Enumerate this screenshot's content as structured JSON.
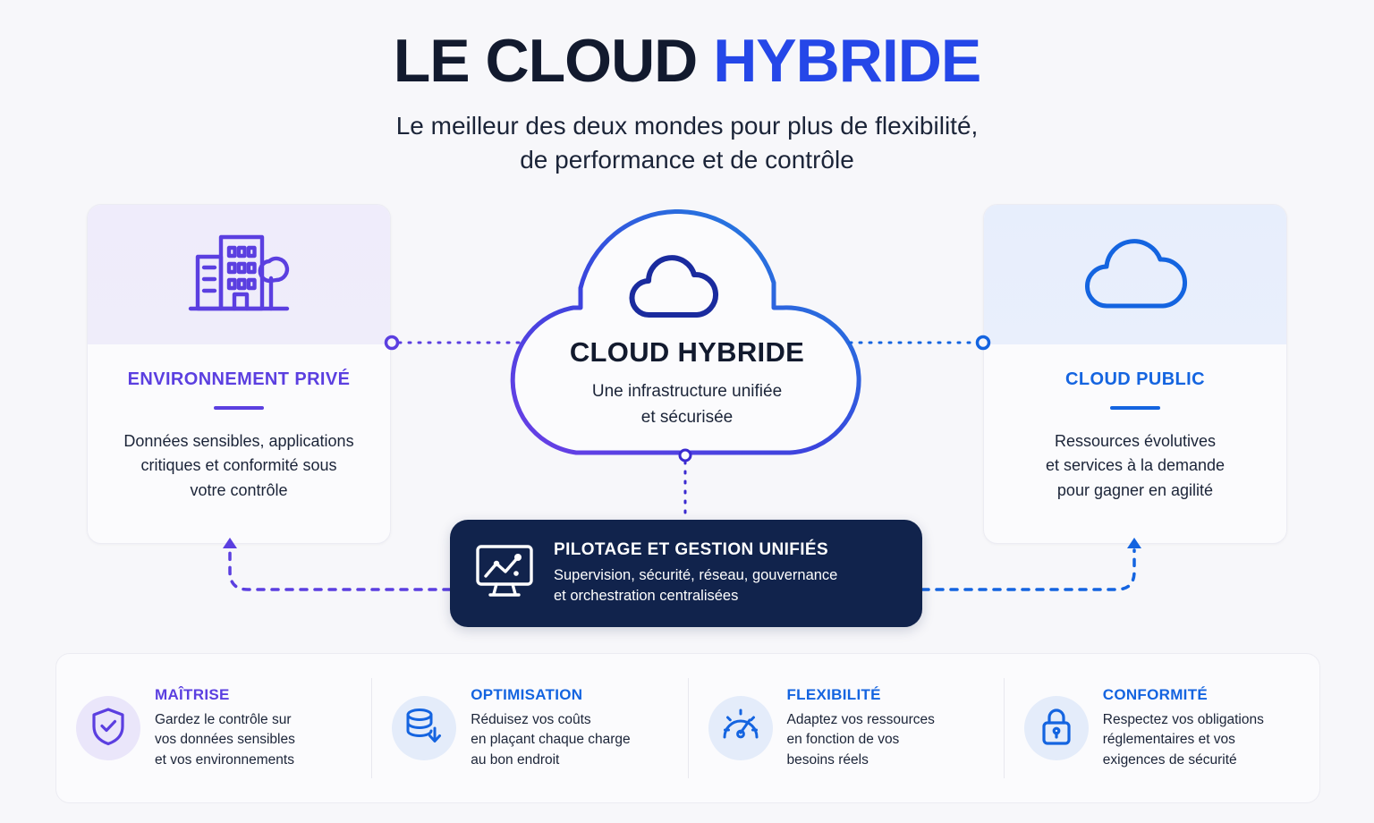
{
  "header": {
    "title_dark": "LE CLOUD ",
    "title_accent": "HYBRIDE",
    "subtitle_line1": "Le meilleur des deux mondes pour plus de flexibilité,",
    "subtitle_line2": "de performance et de contrôle"
  },
  "colors": {
    "background": "#f7f7fa",
    "navy": "#121a2e",
    "accent_blue": "#2547e8",
    "purple": "#5b3fe0",
    "blue": "#1464e0",
    "banner_bg": "#11234c",
    "inner_cloud": "#1a2b9e"
  },
  "cards": {
    "private": {
      "icon": "office-building-icon",
      "title": "ENVIRONNEMENT PRIVÉ",
      "text_line1": "Données sensibles, applications",
      "text_line2": "critiques et conformité sous",
      "text_line3": "votre contrôle"
    },
    "public": {
      "icon": "cloud-icon",
      "title": "CLOUD PUBLIC",
      "text_line1": "Ressources évolutives",
      "text_line2": "et services à la demande",
      "text_line3": "pour gagner en agilité"
    }
  },
  "cloud": {
    "icon": "cloud-icon",
    "title": "CLOUD HYBRIDE",
    "sub_line1": "Une infrastructure unifiée",
    "sub_line2": "et sécurisée"
  },
  "banner": {
    "icon": "monitor-chart-icon",
    "title": "PILOTAGE ET GESTION UNIFIÉS",
    "sub_line1": "Supervision, sécurité, réseau, gouvernance",
    "sub_line2": "et orchestration centralisées"
  },
  "features": [
    {
      "icon": "shield-check-icon",
      "accent": "purple",
      "title": "MAÎTRISE",
      "text_line1": "Gardez le contrôle sur",
      "text_line2": "vos données sensibles",
      "text_line3": "et vos environnements"
    },
    {
      "icon": "database-arrow-down-icon",
      "accent": "blue",
      "title": "OPTIMISATION",
      "text_line1": "Réduisez vos coûts",
      "text_line2": "en plaçant chaque charge",
      "text_line3": "au bon endroit"
    },
    {
      "icon": "gauge-icon",
      "accent": "blue",
      "title": "FLEXIBILITÉ",
      "text_line1": "Adaptez vos ressources",
      "text_line2": "en fonction de vos",
      "text_line3": "besoins réels"
    },
    {
      "icon": "lock-icon",
      "accent": "blue",
      "title": "CONFORMITÉ",
      "text_line1": "Respectez vos obligations",
      "text_line2": "réglementaires et vos",
      "text_line3": "exigences de sécurité"
    }
  ]
}
